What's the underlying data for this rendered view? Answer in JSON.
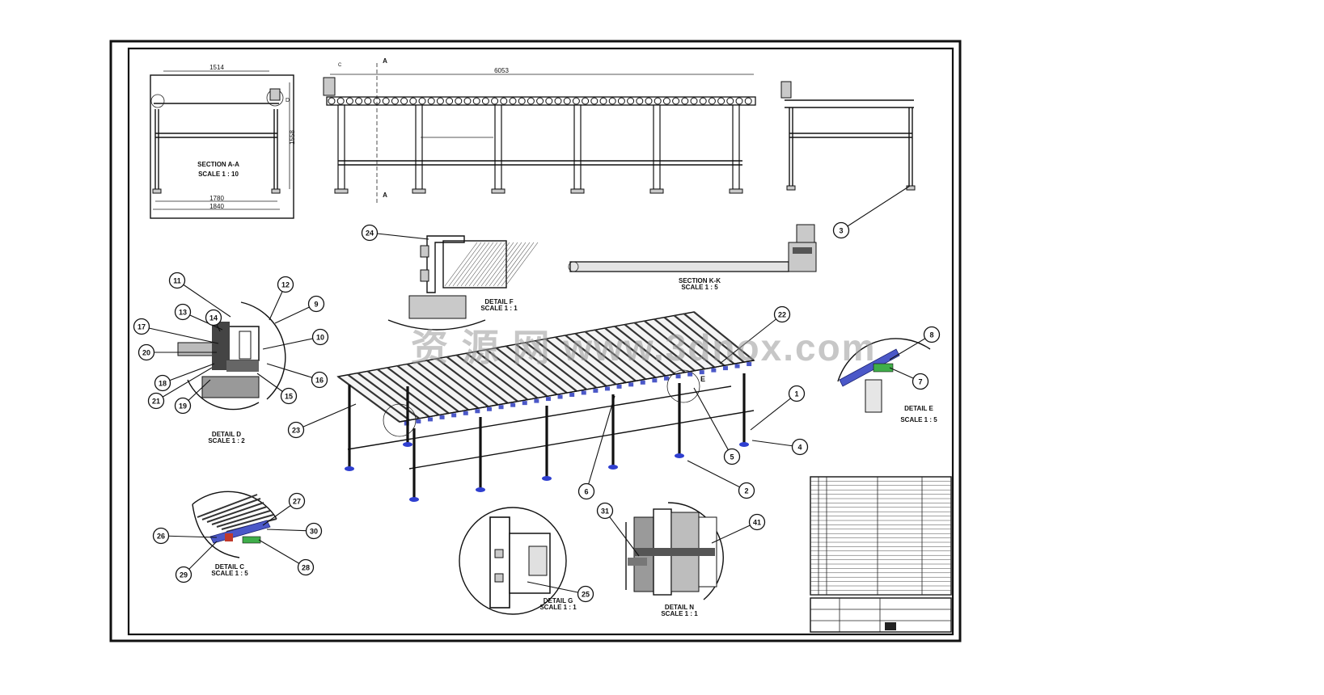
{
  "views": {
    "section_aa": {
      "title": "SECTION A-A",
      "scale": "SCALE 1 : 10",
      "dims": {
        "top_width": "1514",
        "height": "1558",
        "base_inner": "1780",
        "base_outer": "1840"
      },
      "callout": "D"
    },
    "front": {
      "overall_length": "6053",
      "section_label": "A",
      "callout": "C"
    },
    "section_kk": {
      "title": "SECTION K-K",
      "scale": "SCALE 1 : 5"
    },
    "detail_f": {
      "title": "DETAIL F",
      "scale": "SCALE 1 : 1"
    },
    "detail_d": {
      "title": "DETAIL D",
      "scale": "SCALE 1 : 2"
    },
    "detail_e": {
      "title": "DETAIL E",
      "scale": "SCALE 1 : 5",
      "callout": "E"
    },
    "detail_c": {
      "title": "DETAIL C",
      "scale": "SCALE 1 : 5"
    },
    "detail_g": {
      "title": "DETAIL G",
      "scale": "SCALE 1 : 1"
    },
    "detail_n": {
      "title": "DETAIL N",
      "scale": "SCALE 1 : 1"
    }
  },
  "balloons": [
    "1",
    "2",
    "3",
    "4",
    "5",
    "6",
    "7",
    "8",
    "9",
    "10",
    "11",
    "12",
    "13",
    "14",
    "15",
    "16",
    "17",
    "18",
    "19",
    "20",
    "21",
    "22",
    "23",
    "24",
    "25",
    "26",
    "27",
    "28",
    "29",
    "30",
    "31",
    "41"
  ],
  "watermark": "资 源 网 www.3dnox.com",
  "colors": {
    "line": "#111111",
    "part_blue": "#4b58c8",
    "foot_blue": "#2f3fd0",
    "paper": "#ffffff"
  }
}
